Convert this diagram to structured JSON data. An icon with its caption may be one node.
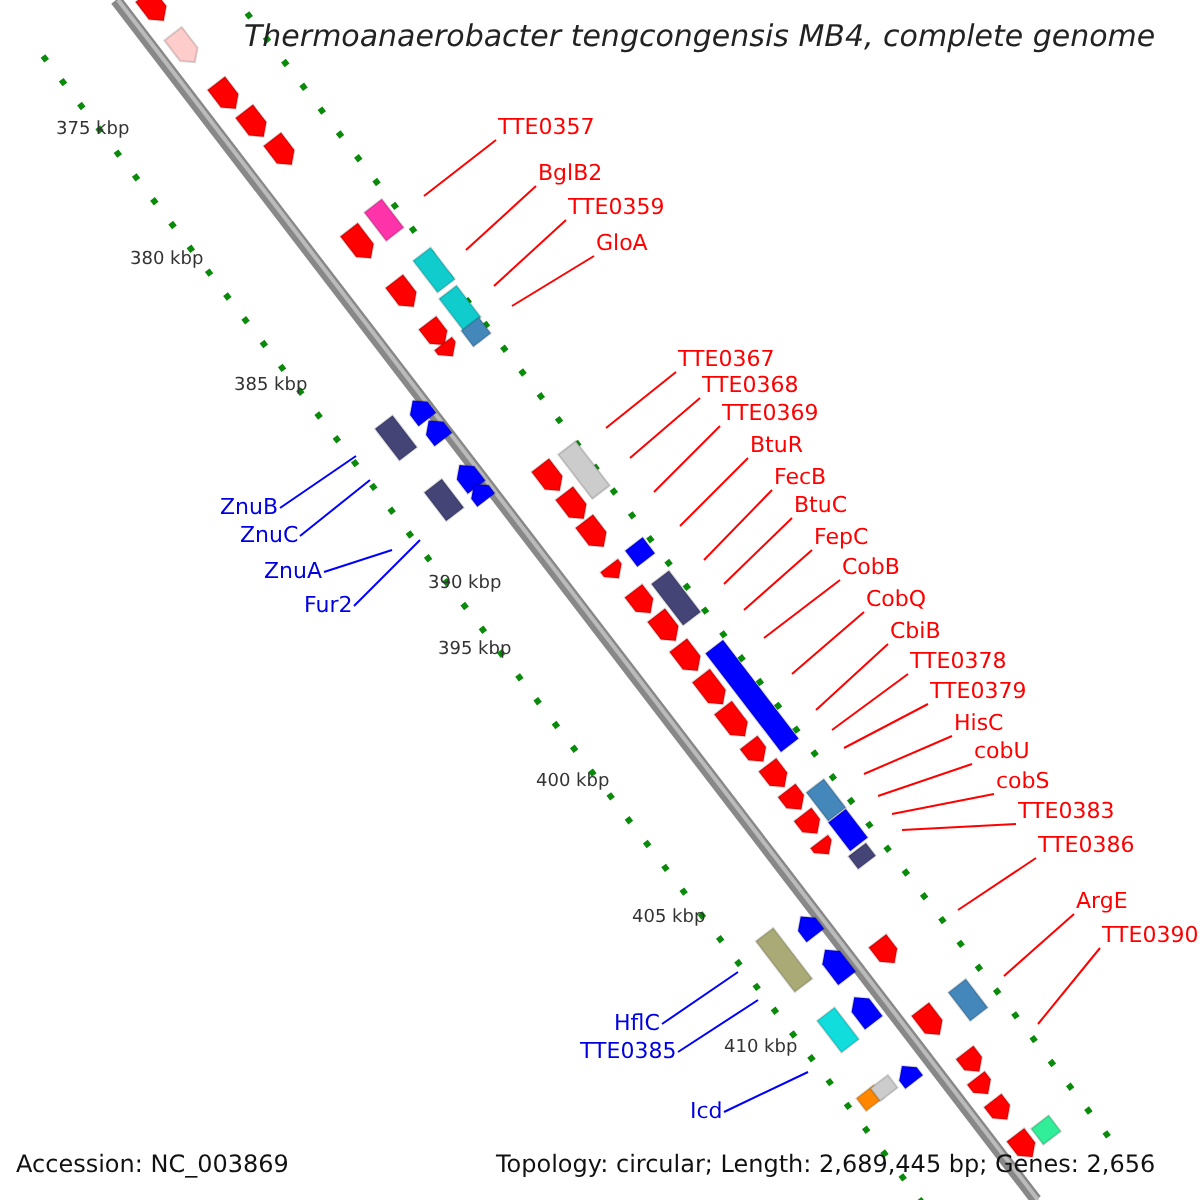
{
  "diagram": {
    "title": "Thermoanaerobacter tengcongensis MB4, complete genome",
    "nodes": [
      {
        "text": [
          "TTE0357"
        ]
      },
      {
        "text": [
          "BglB2"
        ]
      },
      {
        "text": [
          "TTE0359"
        ]
      },
      {
        "text": [
          "GloA"
        ]
      },
      {
        "text": [
          "TTE0367"
        ]
      },
      {
        "text": [
          "TTE0368"
        ]
      },
      {
        "text": [
          "TTE0369"
        ]
      },
      {
        "text": [
          "BtuR"
        ]
      },
      {
        "text": [
          "FecB"
        ]
      },
      {
        "text": [
          "BtuC"
        ]
      },
      {
        "text": [
          "FepC"
        ]
      },
      {
        "text": [
          "CobB"
        ]
      },
      {
        "text": [
          "CobQ"
        ]
      },
      {
        "text": [
          "CbiB"
        ]
      },
      {
        "text": [
          "TTE0378"
        ]
      },
      {
        "text": [
          "TTE0379"
        ]
      },
      {
        "text": [
          "HisC"
        ]
      },
      {
        "text": [
          "cobU"
        ]
      },
      {
        "text": [
          "cobS"
        ]
      },
      {
        "text": [
          "TTE0383"
        ]
      },
      {
        "text": [
          "TTE0386"
        ]
      },
      {
        "text": [
          "ArgE"
        ]
      },
      {
        "text": [
          "TTE0390"
        ]
      },
      {
        "text": [
          "ZnuB"
        ]
      },
      {
        "text": [
          "ZnuC"
        ]
      },
      {
        "text": [
          "ZnuA"
        ]
      },
      {
        "text": [
          "Fur2"
        ]
      },
      {
        "text": [
          "HflC"
        ]
      },
      {
        "text": [
          "TTE0385"
        ]
      },
      {
        "text": [
          "Icd"
        ]
      }
    ],
    "edges": [
      {
        "from": 0,
        "to": null,
        "arrow": "none"
      },
      {
        "from": 1,
        "to": null,
        "arrow": "none"
      },
      {
        "from": 2,
        "to": null,
        "arrow": "none"
      },
      {
        "from": 3,
        "to": null,
        "arrow": "none"
      },
      {
        "from": 4,
        "to": null,
        "arrow": "none"
      },
      {
        "from": 5,
        "to": null,
        "arrow": "none"
      },
      {
        "from": 6,
        "to": null,
        "arrow": "none"
      },
      {
        "from": 7,
        "to": null,
        "arrow": "none"
      },
      {
        "from": 8,
        "to": null,
        "arrow": "none"
      },
      {
        "from": 9,
        "to": null,
        "arrow": "none"
      },
      {
        "from": 10,
        "to": null,
        "arrow": "none"
      },
      {
        "from": 11,
        "to": null,
        "arrow": "none"
      },
      {
        "from": 12,
        "to": null,
        "arrow": "none"
      },
      {
        "from": 13,
        "to": null,
        "arrow": "none"
      },
      {
        "from": 14,
        "to": null,
        "arrow": "none"
      },
      {
        "from": 15,
        "to": null,
        "arrow": "none"
      },
      {
        "from": 16,
        "to": null,
        "arrow": "none"
      },
      {
        "from": 17,
        "to": null,
        "arrow": "none"
      },
      {
        "from": 18,
        "to": null,
        "arrow": "none"
      },
      {
        "from": 19,
        "to": null,
        "arrow": "none"
      },
      {
        "from": 20,
        "to": null,
        "arrow": "none"
      },
      {
        "from": 21,
        "to": null,
        "arrow": "none"
      },
      {
        "from": 22,
        "to": null,
        "arrow": "none"
      },
      {
        "from": 23,
        "to": null,
        "arrow": "none",
        "color": "#0000ff"
      },
      {
        "from": 24,
        "to": null,
        "arrow": "none",
        "color": "#0000ff"
      },
      {
        "from": 25,
        "to": null,
        "arrow": "none",
        "color": "#0000ff"
      },
      {
        "from": 26,
        "to": null,
        "arrow": "none",
        "color": "#0000ff"
      },
      {
        "from": 27,
        "to": null,
        "arrow": "none",
        "color": "#0000ff"
      },
      {
        "from": 28,
        "to": null,
        "arrow": "none",
        "color": "#0000ff"
      },
      {
        "from": 29,
        "to": null,
        "arrow": "none",
        "color": "#0000ff"
      }
    ],
    "labels": [
      "375 kbp",
      "380 kbp",
      "385 kbp",
      "390 kbp",
      "395 kbp",
      "400 kbp",
      "405 kbp",
      "410 kbp",
      "Accession: NC_003869",
      "Topology: circular; Length: 2,689,445 bp; Genes: 2,656"
    ]
  }
}
